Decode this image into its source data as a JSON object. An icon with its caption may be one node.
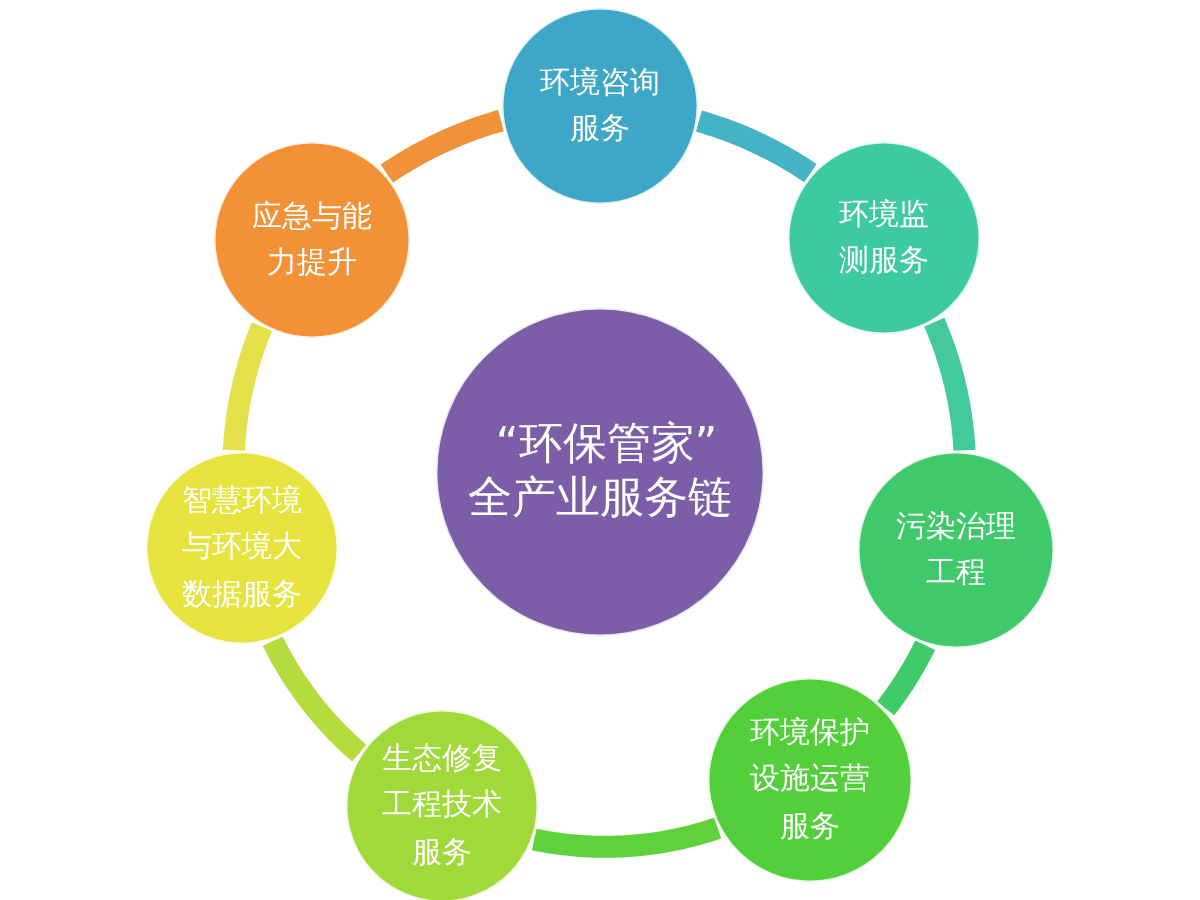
{
  "diagram": {
    "nodes": [
      {
        "text": [
          "“环保管家”全产业服务链"
        ]
      },
      {
        "text": [
          "环境咨询服务"
        ]
      },
      {
        "text": [
          "环境监测服务"
        ]
      },
      {
        "text": [
          "污染治理工程"
        ]
      },
      {
        "text": [
          "环境保护设施运营服务"
        ]
      },
      {
        "text": [
          "生态修复工程技术服务"
        ]
      },
      {
        "text": [
          "智慧环境与环境大数据服务"
        ]
      },
      {
        "text": [
          "应急与能力提升"
        ]
      }
    ],
    "edges": [
      {
        "from": 1,
        "to": 2,
        "arrow": "none",
        "color": "#45b3c6"
      },
      {
        "from": 2,
        "to": 3,
        "arrow": "none",
        "color": "#42c99c"
      },
      {
        "from": 3,
        "to": 4,
        "arrow": "none",
        "color": "#3fcc68"
      },
      {
        "from": 4,
        "to": 5,
        "arrow": "none",
        "color": "#5fd13a"
      },
      {
        "from": 5,
        "to": 6,
        "arrow": "none",
        "color": "#b4dc3c"
      },
      {
        "from": 6,
        "to": 7,
        "arrow": "none",
        "color": "#e4e04a"
      },
      {
        "from": 7,
        "to": 1,
        "arrow": "none",
        "color": "#f0923a"
      }
    ]
  }
}
